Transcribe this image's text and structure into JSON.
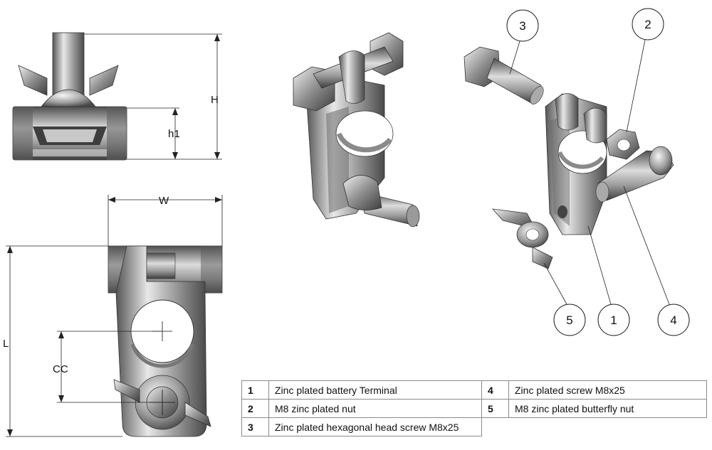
{
  "dimensions": {
    "H": "H",
    "h1": "h1",
    "W": "W",
    "L": "L",
    "CC": "CC"
  },
  "callouts": [
    "1",
    "2",
    "3",
    "4",
    "5"
  ],
  "parts": [
    {
      "num": "1",
      "desc": "Zinc plated battery Terminal"
    },
    {
      "num": "2",
      "desc": "M8 zinc plated nut"
    },
    {
      "num": "3",
      "desc": "Zinc plated hexagonal head screw M8x25"
    },
    {
      "num": "4",
      "desc": "Zinc plated screw M8x25"
    },
    {
      "num": "5",
      "desc": "M8 zinc plated butterfly  nut"
    }
  ],
  "colors": {
    "metal_dark": "#5a5a5a",
    "metal_mid": "#9a9a9a",
    "metal_light": "#e6e6e6",
    "line": "#222222"
  }
}
